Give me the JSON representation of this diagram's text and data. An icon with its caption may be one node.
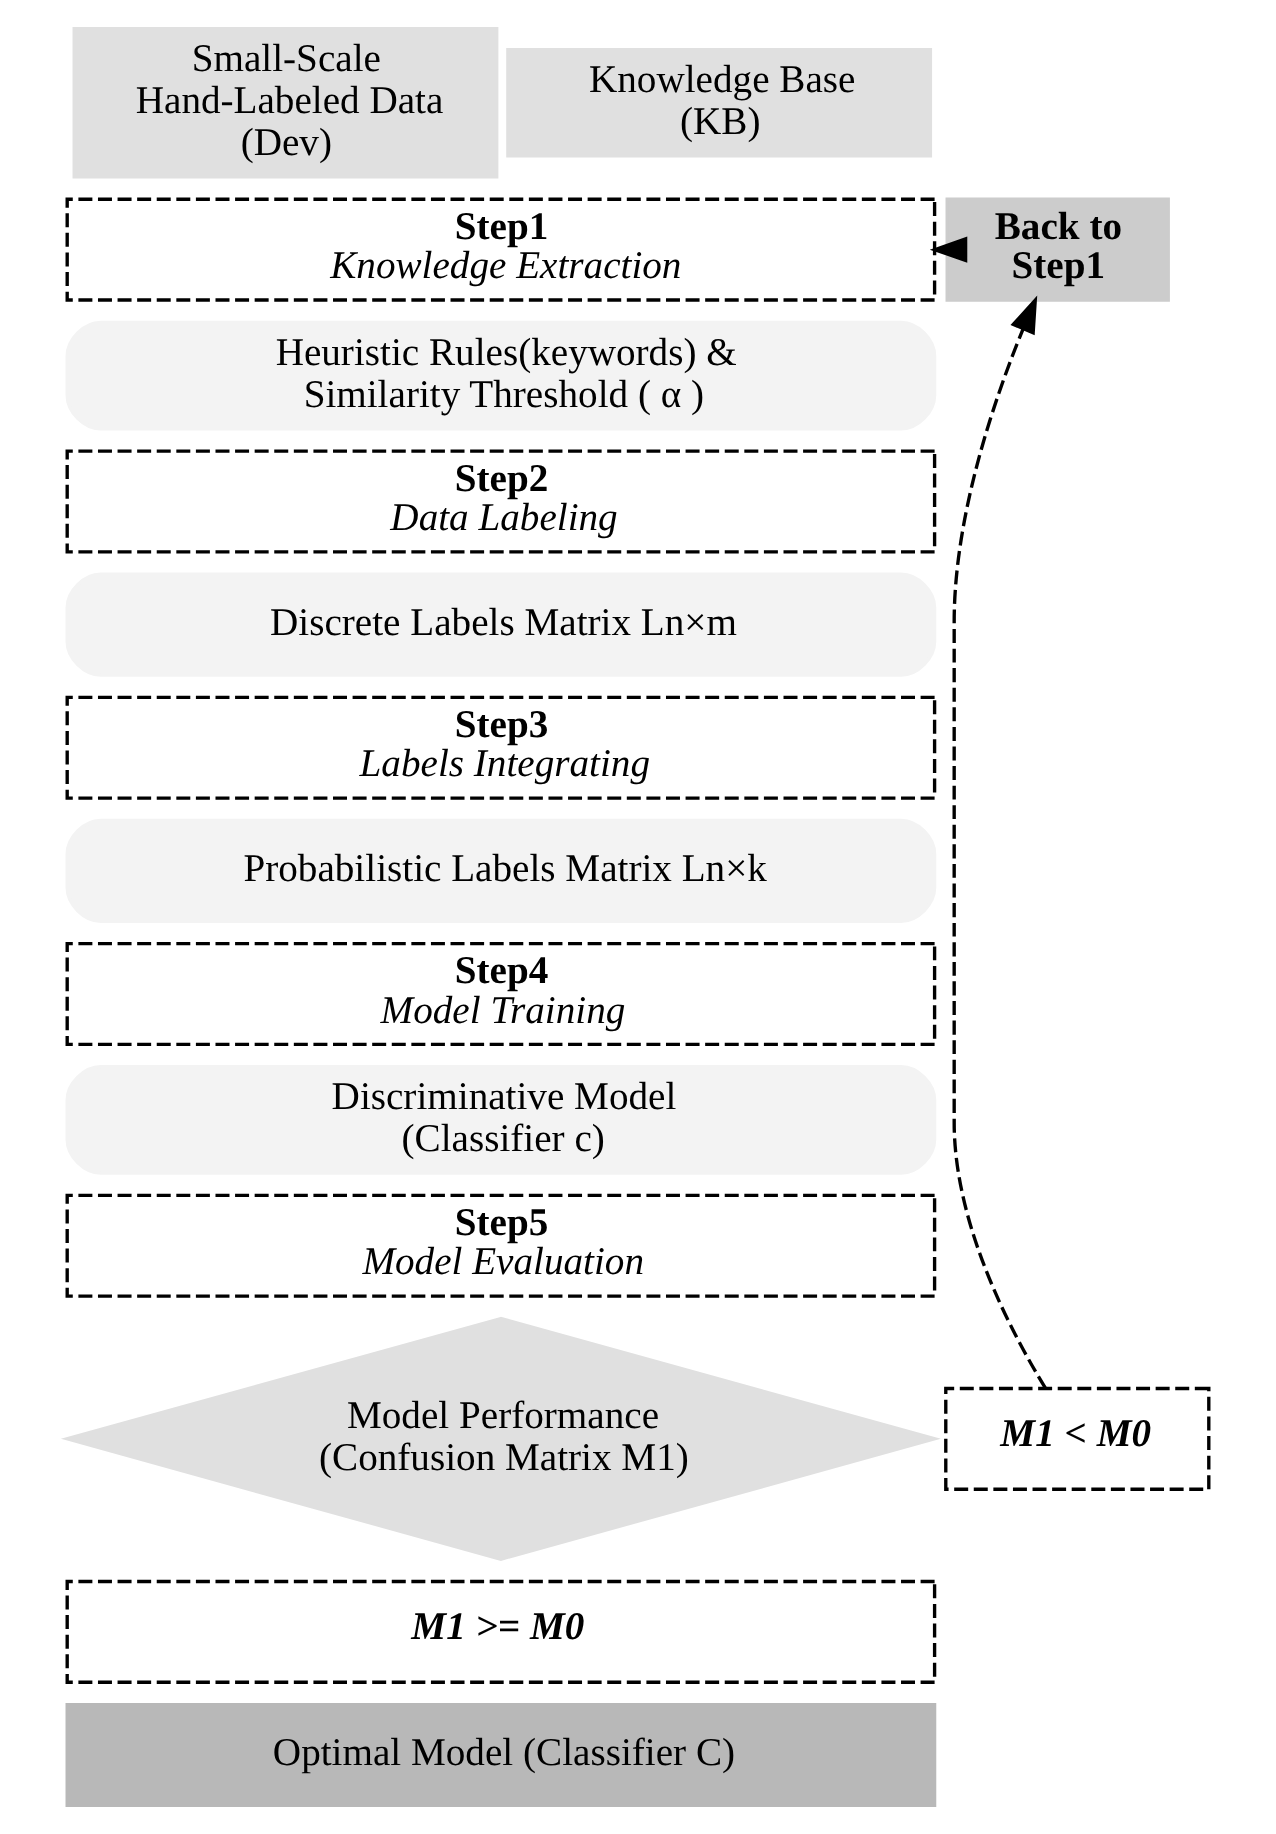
{
  "diagram": {
    "nodes": [
      {
        "text": [
          "Small-Scale Hand-Labeled Data (Dev)"
        ]
      },
      {
        "text": [
          "Knowledge Base (KB)"
        ]
      },
      {
        "text": [
          "Step1",
          "Knowledge Extraction"
        ]
      },
      {
        "text": [
          "Back to Step1"
        ]
      },
      {
        "text": [
          "Heuristic Rules(keywords) & Similarity Threshold ( α )"
        ]
      },
      {
        "text": [
          "Step2",
          "Data Labeling"
        ]
      },
      {
        "text": [
          "Discrete Labels Matrix Ln×m"
        ]
      },
      {
        "text": [
          "Step3",
          "Labels Integrating"
        ]
      },
      {
        "text": [
          "Probabilistic Labels Matrix Ln×k"
        ]
      },
      {
        "text": [
          "Step4",
          "Model Training"
        ]
      },
      {
        "text": [
          "Discriminative Model (Classifier c)"
        ]
      },
      {
        "text": [
          "Step5",
          "Model Evaluation"
        ]
      },
      {
        "text": [
          "Model Performance (Confusion Matrix M1)"
        ]
      },
      {
        "text": [
          "M1 < M0"
        ]
      },
      {
        "text": [
          "M1 >= M0"
        ]
      },
      {
        "text": [
          "Optimal Model (Classifier C)"
        ]
      }
    ],
    "edges": [
      {
        "from": 13,
        "to": 3,
        "arrow": "to",
        "style": "dashed"
      },
      {
        "from": 3,
        "to": 2,
        "arrow": "to",
        "style": "dashed"
      }
    ]
  }
}
